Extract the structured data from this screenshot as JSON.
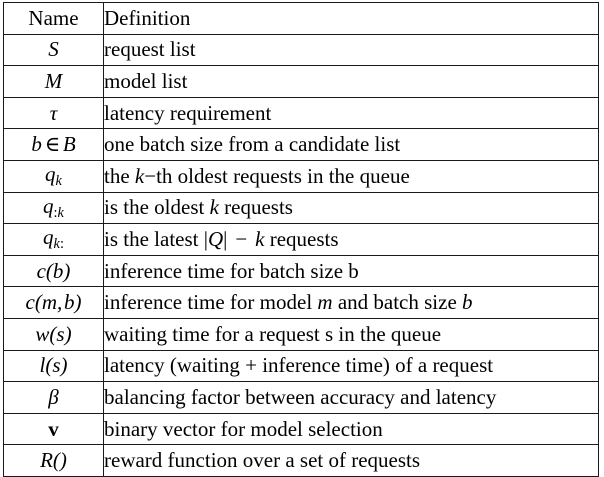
{
  "table": {
    "headers": {
      "name": "Name",
      "definition": "Definition"
    },
    "rows": [
      {
        "name": "S",
        "name_plain": "S",
        "definition": "request list"
      },
      {
        "name": "M",
        "name_plain": "M",
        "definition": "model list"
      },
      {
        "name": "τ",
        "name_plain": "tau",
        "definition": "latency requirement"
      },
      {
        "name": "b ∈ B",
        "name_plain": "b in B",
        "definition": "one batch size from a candidate list"
      },
      {
        "name": "q_k",
        "name_plain": "q_k",
        "definition": "the k−th oldest requests in the queue"
      },
      {
        "name": "q_:k",
        "name_plain": "q_:k",
        "definition": "is the oldest k requests"
      },
      {
        "name": "q_k:",
        "name_plain": "q_k:",
        "definition": "is the latest |Q| − k requests"
      },
      {
        "name": "c(b)",
        "name_plain": "c(b)",
        "definition": "inference time for batch size b"
      },
      {
        "name": "c(m, b)",
        "name_plain": "c(m,b)",
        "definition": "inference time for model m and batch size b"
      },
      {
        "name": "w(s)",
        "name_plain": "w(s)",
        "definition": "waiting time for a request s in the queue"
      },
      {
        "name": "l(s)",
        "name_plain": "l(s)",
        "definition": "latency (waiting + inference time) of a request"
      },
      {
        "name": "β",
        "name_plain": "beta",
        "definition": "balancing factor between accuracy and latency"
      },
      {
        "name": "v",
        "name_plain": "v",
        "definition": "binary vector for model selection"
      },
      {
        "name": "R()",
        "name_plain": "R()",
        "definition": "reward function over a set of requests"
      }
    ]
  },
  "style": {
    "border_color": "#1a1a1a",
    "background": "#ffffff",
    "text_color": "#000000"
  }
}
